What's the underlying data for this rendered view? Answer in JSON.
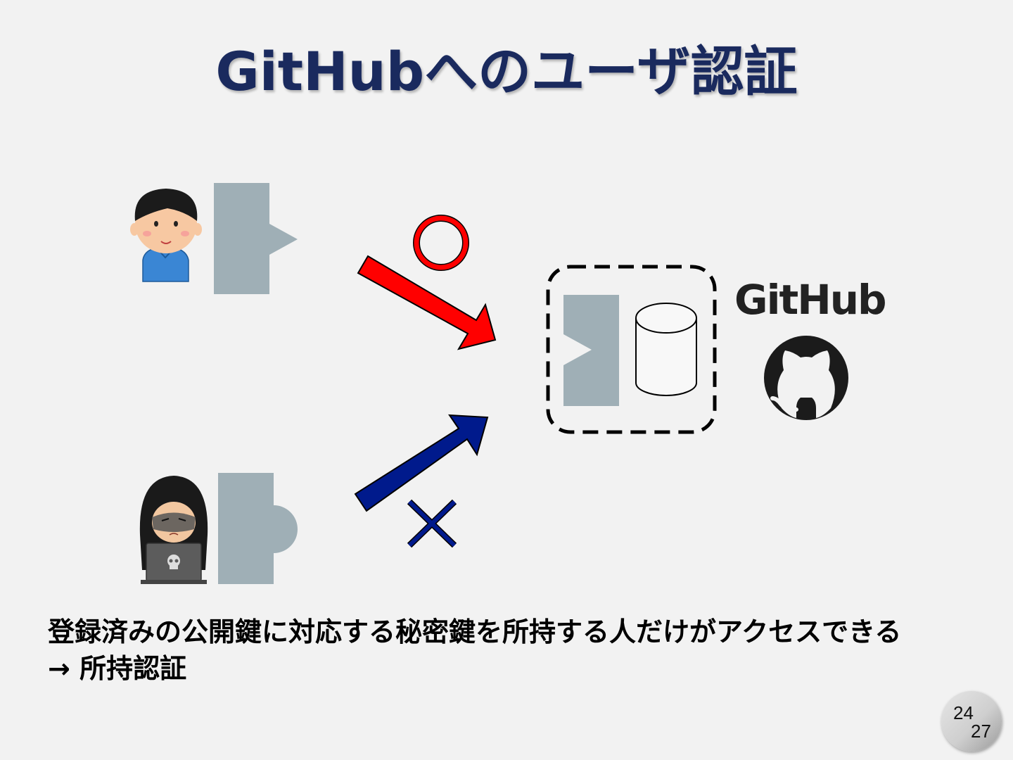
{
  "title": "GitHubへのユーザ認証",
  "ok_mark": "○",
  "ng_mark": "×",
  "github_label": "GitHub",
  "description_line1": "登録済みの公開鍵に対応する秘密鍵を所持する人だけがアクセスできる",
  "description_line2": "→ 所持認証",
  "page": {
    "current": "24",
    "total": "27"
  },
  "icons": [
    "user-icon",
    "hacker-icon",
    "private-key-icon",
    "fake-key-icon",
    "public-key-icon",
    "database-icon",
    "github-octocat-icon"
  ],
  "colors": {
    "title": "#1a2a5e",
    "ok_arrow": "#ff0000",
    "ng_arrow": "#001a8c",
    "key": "#9fafb6"
  }
}
